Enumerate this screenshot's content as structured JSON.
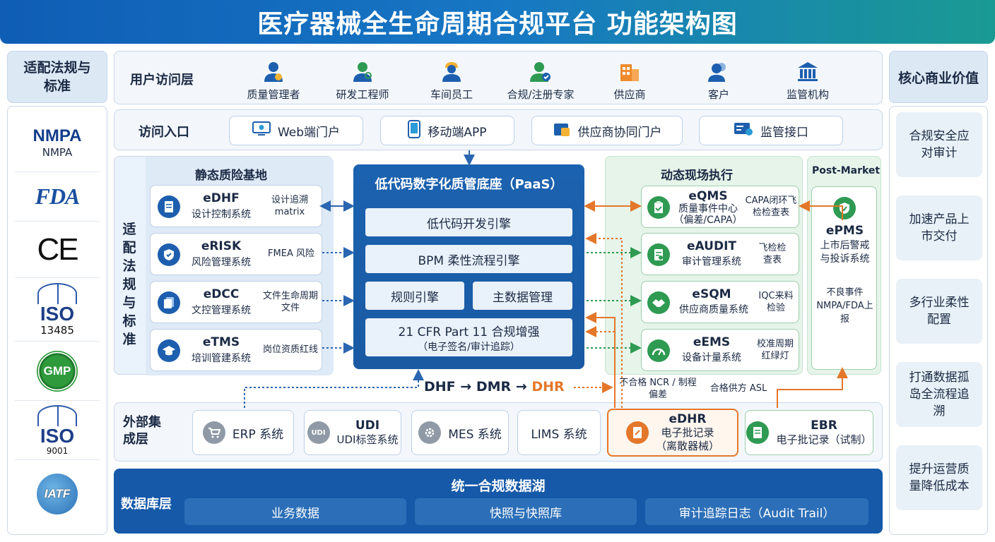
{
  "title": "医疗器械全生命周期合规平台 功能架构图",
  "left": {
    "title": "适配法规与标准",
    "vertical_label": "适配法规与标准",
    "logos": [
      {
        "big": "NMPA",
        "small": "NMPA"
      },
      {
        "text": "FDA"
      },
      {
        "text": "CE"
      },
      {
        "big": "ISO",
        "small": "13485"
      },
      {
        "text": "GMP"
      },
      {
        "big": "ISO",
        "small": "9001"
      },
      {
        "text": "IATF"
      }
    ]
  },
  "right": {
    "title": "核心商业价值",
    "values": [
      "合规安全应对审计",
      "加速产品上市交付",
      "多行业柔性配置",
      "打通数据孤岛全流程追溯",
      "提升运营质量降低成本"
    ]
  },
  "user_layer": {
    "label": "用户访问层",
    "roles": [
      "质量管理者",
      "研发工程师",
      "车间员工",
      "合规/注册专家",
      "供应商",
      "客户",
      "监管机构"
    ]
  },
  "access_layer": {
    "label": "访问入口",
    "entries": [
      "Web端门户",
      "移动端APP",
      "供应商协同门户",
      "监管接口"
    ]
  },
  "static": {
    "title": "静态质险基地",
    "systems": [
      {
        "code": "eDHF",
        "name": "设计控制系统",
        "note": "设计追溯 matrix"
      },
      {
        "code": "eRISK",
        "name": "风险管理系统",
        "note": "FMEA 风险"
      },
      {
        "code": "eDCC",
        "name": "文控管理系统",
        "note": "文件生命周期文件"
      },
      {
        "code": "eTMS",
        "name": "培训管建系统",
        "note": "岗位资质红线"
      }
    ]
  },
  "paas": {
    "title": "低代码数字化质管底座（PaaS）",
    "engines": [
      "低代码开发引擎",
      "BPM 柔性流程引擎",
      "规则引擎",
      "主数据管理"
    ],
    "compliance": "21 CFR Part 11 合规增强",
    "compliance_sub": "（电子签名/审计追踪）"
  },
  "dynamic": {
    "title": "动态现场执行",
    "systems": [
      {
        "code": "eQMS",
        "name": "质量事件中心",
        "sub": "（偏差/CAPA）",
        "note": "CAPA闭环飞检检查表"
      },
      {
        "code": "eAUDIT",
        "name": "审计管理系统",
        "note": "飞检检查表"
      },
      {
        "code": "eSQM",
        "name": "供应商质量系统",
        "note": "IQC来料检验"
      },
      {
        "code": "eEMS",
        "name": "设备计量系统",
        "note": "校准周期红绿灯"
      }
    ]
  },
  "post_market": {
    "title": "Post-Market",
    "code": "ePMS",
    "name": "上市后警戒与投诉系统",
    "note": "不良事件NMPA/FDA上报"
  },
  "flow": {
    "dhf": "DHF",
    "dmr": "DMR",
    "dhr": "DHR",
    "arrow": "→",
    "ncr_note": "不合格 NCR / 制程偏差",
    "asl_note": "合格供方 ASL"
  },
  "external": {
    "label": "外部集成层",
    "items": [
      {
        "text": "ERP 系统"
      },
      {
        "code": "UDI",
        "text": "UDI标签系统",
        "icon_text": "UDI"
      },
      {
        "text": "MES 系统"
      },
      {
        "text": "LIMS 系统"
      },
      {
        "code": "eDHR",
        "name": "电子批记录",
        "sub": "（离散器械）"
      },
      {
        "code": "EBR",
        "name": "电子批记录（试制）"
      }
    ]
  },
  "db": {
    "label": "数据库层",
    "title": "统一合规数据湖",
    "cells": [
      "业务数据",
      "快照与快照库",
      "审计追踪日志（Audit Trail）"
    ]
  },
  "colors": {
    "primary_blue": "#1b62b0",
    "green": "#2e9a52",
    "orange": "#e4772a",
    "dashed_blue": "#2b66b0"
  }
}
